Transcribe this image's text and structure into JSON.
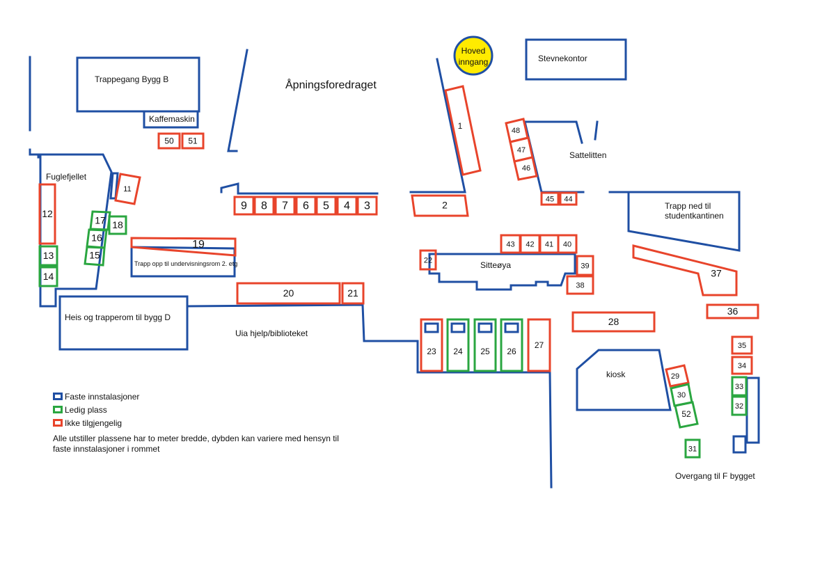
{
  "colors": {
    "blue": "#1f4fa3",
    "red": "#e8442b",
    "green": "#2aa640",
    "yellow": "#ffeb00"
  },
  "areas": {
    "trappegang": "Trappegang Bygg B",
    "kaffemaskin": "Kaffemaskin",
    "apning": "Åpningsforedraget",
    "hoved1": "Hoved",
    "hoved2": "inngang",
    "stevnekontor": "Stevnekontor",
    "sattelitten": "Sattelitten",
    "fuglefjellet": "Fuglefjellet",
    "trapp_ned1": "Trapp ned til",
    "trapp_ned2": "studentkantinen",
    "sitteoya": "Sitteøya",
    "trapp_opp": "Trapp opp til undervisningsrom 2. etg",
    "heis": "Heis og trapperom til bygg D",
    "uia": "Uia hjelp/biblioteket",
    "kiosk": "kiosk",
    "overgang": "Overgang til F bygget"
  },
  "booths": [
    {
      "n": "1",
      "status": "red"
    },
    {
      "n": "2",
      "status": "red"
    },
    {
      "n": "3",
      "status": "red"
    },
    {
      "n": "4",
      "status": "red"
    },
    {
      "n": "5",
      "status": "red"
    },
    {
      "n": "6",
      "status": "red"
    },
    {
      "n": "7",
      "status": "red"
    },
    {
      "n": "8",
      "status": "red"
    },
    {
      "n": "9",
      "status": "red"
    },
    {
      "n": "11",
      "status": "red"
    },
    {
      "n": "12",
      "status": "red"
    },
    {
      "n": "13",
      "status": "green"
    },
    {
      "n": "14",
      "status": "green"
    },
    {
      "n": "15",
      "status": "green"
    },
    {
      "n": "16",
      "status": "green"
    },
    {
      "n": "17",
      "status": "green"
    },
    {
      "n": "18",
      "status": "green"
    },
    {
      "n": "19",
      "status": "red"
    },
    {
      "n": "20",
      "status": "red"
    },
    {
      "n": "21",
      "status": "red"
    },
    {
      "n": "22",
      "status": "red"
    },
    {
      "n": "23",
      "status": "red"
    },
    {
      "n": "24",
      "status": "green"
    },
    {
      "n": "25",
      "status": "green"
    },
    {
      "n": "26",
      "status": "green"
    },
    {
      "n": "27",
      "status": "red"
    },
    {
      "n": "28",
      "status": "red"
    },
    {
      "n": "29",
      "status": "red"
    },
    {
      "n": "30",
      "status": "green"
    },
    {
      "n": "31",
      "status": "green"
    },
    {
      "n": "32",
      "status": "green"
    },
    {
      "n": "33",
      "status": "green"
    },
    {
      "n": "34",
      "status": "red"
    },
    {
      "n": "35",
      "status": "red"
    },
    {
      "n": "36",
      "status": "red"
    },
    {
      "n": "37",
      "status": "red"
    },
    {
      "n": "38",
      "status": "red"
    },
    {
      "n": "39",
      "status": "red"
    },
    {
      "n": "40",
      "status": "red"
    },
    {
      "n": "41",
      "status": "red"
    },
    {
      "n": "42",
      "status": "red"
    },
    {
      "n": "43",
      "status": "red"
    },
    {
      "n": "44",
      "status": "red"
    },
    {
      "n": "45",
      "status": "red"
    },
    {
      "n": "46",
      "status": "red"
    },
    {
      "n": "47",
      "status": "red"
    },
    {
      "n": "48",
      "status": "red"
    },
    {
      "n": "50",
      "status": "red"
    },
    {
      "n": "51",
      "status": "red"
    },
    {
      "n": "52",
      "status": "green"
    }
  ],
  "legend": {
    "fixed": "Faste innstalasjoner",
    "free": "Ledig plass",
    "unavailable": "Ikke tilgjengelig",
    "note": "Alle utstiller plassene har to meter bredde, dybden kan variere med hensyn til faste innstalasjoner i rommet"
  }
}
